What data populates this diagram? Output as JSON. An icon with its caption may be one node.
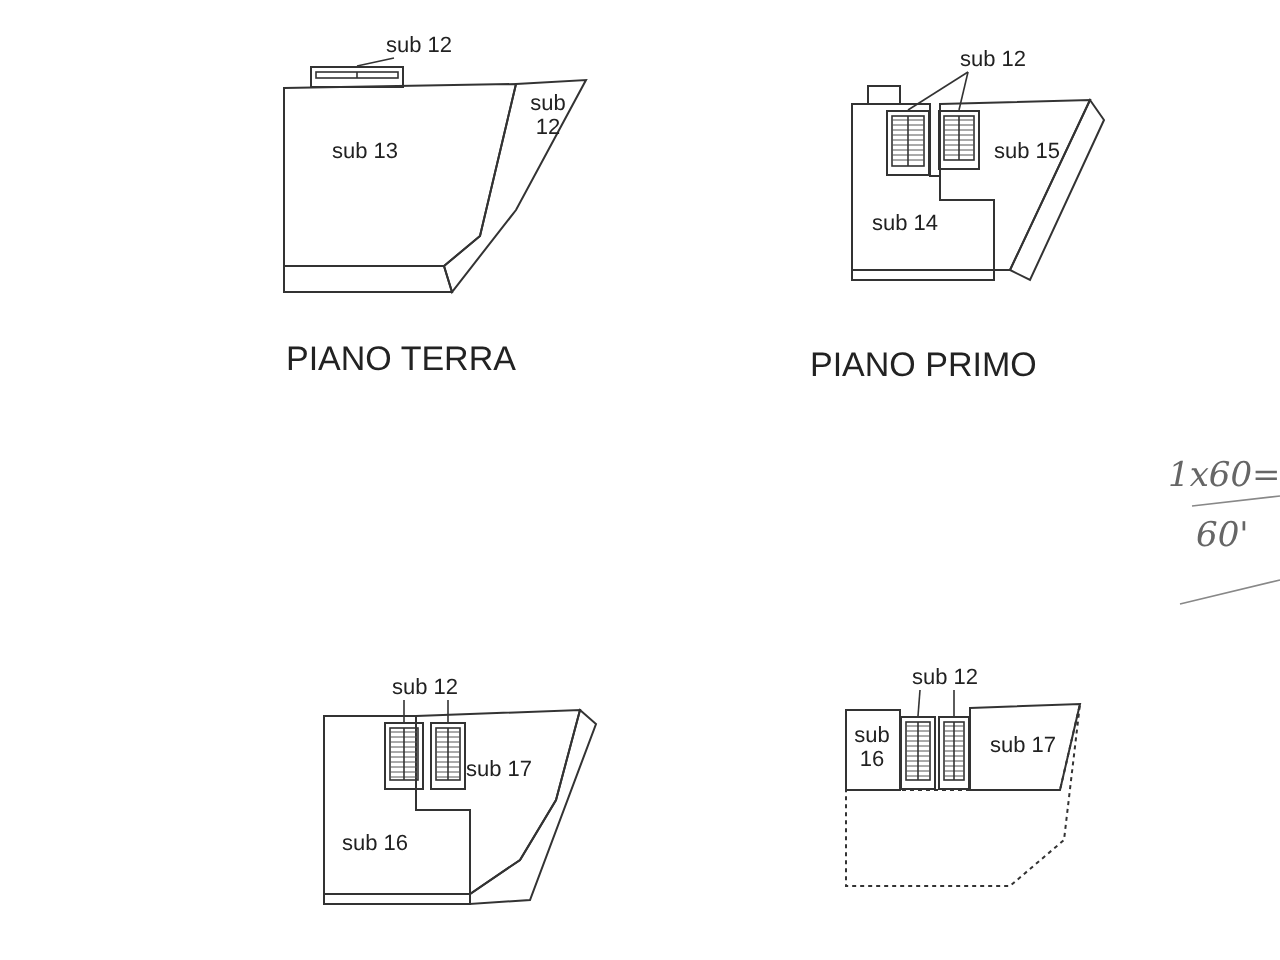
{
  "diagram": {
    "nodes": [
      {
        "text": [
          "sub 12"
        ]
      },
      {
        "text": [],
        "shape": "box"
      },
      {
        "text": [
          "sub 13"
        ]
      },
      {
        "text": [
          "sub 12"
        ]
      },
      {
        "text": [
          "sub 12"
        ]
      },
      {
        "text": [],
        "shape": "box",
        "in": 8
      },
      {
        "text": [],
        "shape": "box",
        "in": 7
      },
      {
        "text": [
          "sub 15"
        ]
      },
      {
        "text": [
          "sub 14"
        ]
      },
      {
        "text": [
          "sub 12"
        ]
      },
      {
        "text": [],
        "shape": "box",
        "in": 13
      },
      {
        "text": [],
        "shape": "box",
        "in": 12
      },
      {
        "text": [
          "sub 17"
        ]
      },
      {
        "text": [
          "sub 16"
        ]
      },
      {
        "text": [
          "sub 12"
        ]
      },
      {
        "text": [],
        "shape": "box"
      },
      {
        "text": [],
        "shape": "box"
      },
      {
        "text": [
          "sub 16"
        ]
      },
      {
        "text": [
          "sub 17"
        ]
      }
    ],
    "edges": [
      {
        "from": 0,
        "to": 1,
        "arrow": "none"
      },
      {
        "from": 4,
        "to": 5,
        "arrow": "none"
      },
      {
        "from": 4,
        "to": 6,
        "arrow": "none"
      },
      {
        "from": 9,
        "to": 10,
        "arrow": "none"
      },
      {
        "from": 9,
        "to": 11,
        "arrow": "none"
      },
      {
        "from": 14,
        "to": 15,
        "arrow": "none"
      },
      {
        "from": 14,
        "to": 16,
        "arrow": "none"
      }
    ],
    "labels": [
      "PIANO TERRA",
      "PIANO PRIMO",
      "1x60=",
      "60'"
    ]
  }
}
